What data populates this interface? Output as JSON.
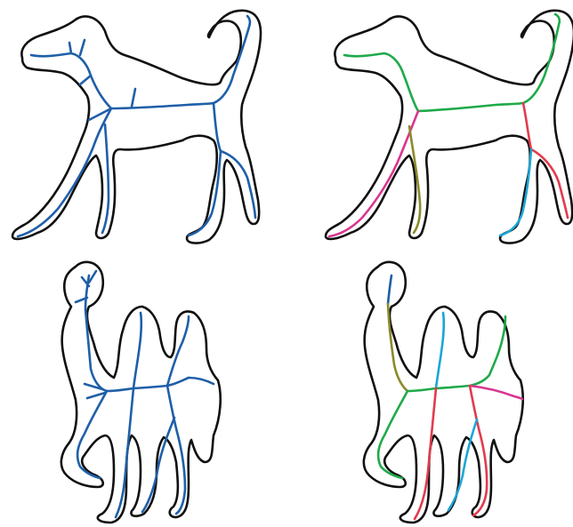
{
  "figure": {
    "panels": [
      {
        "id": "dog-skeleton",
        "shape": "dog",
        "mode": "skeleton"
      },
      {
        "id": "dog-segmented",
        "shape": "dog",
        "mode": "segmented"
      },
      {
        "id": "camel-skeleton",
        "shape": "camel",
        "mode": "skeleton"
      },
      {
        "id": "camel-segmented",
        "shape": "camel",
        "mode": "segmented"
      }
    ],
    "colors": {
      "outline": "#111111",
      "skeleton": "#1f5fa8",
      "green": "#1faa4a",
      "magenta": "#d9368f",
      "olive": "#8a8a2a",
      "red": "#e23b4e",
      "cyan": "#1aa6d6",
      "blue": "#1f5fa8"
    }
  }
}
